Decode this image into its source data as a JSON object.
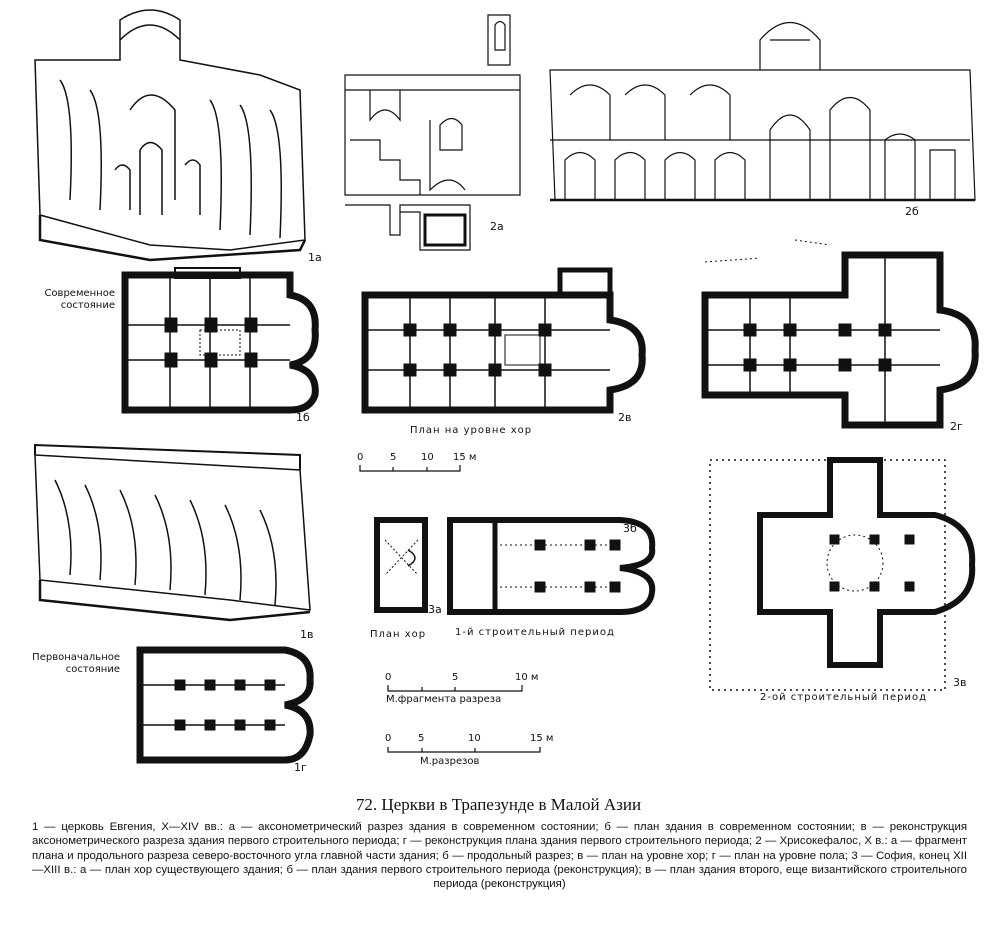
{
  "figure": {
    "number_title": "72. Церкви в Трапезунде в Малой Азии",
    "caption": "1 — церковь Евгения, X—XIV вв.: а — аксонометрический разрез здания в современном состоянии; б — план здания в современном состоянии; в — реконструкция аксонометрического разреза здания первого строительного периода; г — реконструкция плана здания первого строительного периода; 2 — Хрисокефалос, X в.: а — фрагмент плана и продольного разреза северо-восточного угла главной части здания; б — продольный разрез; в — план на уровне хор; г — план на уровне пола; 3 — София, конец XII—XIII в.: а — план хор существующего здания; б — план здания первого строительного периода (реконструкция); в — план здания второго, еще византийского строительного периода (реконструкция)"
  },
  "labels": {
    "l1a": "1а",
    "l1b": "1б",
    "l1v": "1в",
    "l1g": "1г",
    "l2a": "2а",
    "l2b": "2б",
    "l2v": "2в",
    "l2g": "2г",
    "l3a": "3а",
    "l3b": "3б",
    "l3v": "3в",
    "modern_state": "Современное состояние",
    "original_state": "Первоначальное состояние",
    "plan_choir_level": "План на уровне хор",
    "plan_choir": "План хор",
    "first_period": "1-й строительный период",
    "second_period": "2-ой строительный период"
  },
  "scales": {
    "top": {
      "ticks": [
        "0",
        "5",
        "10",
        "15 м"
      ]
    },
    "fragment": {
      "ticks": [
        "0",
        "5",
        "10 м"
      ],
      "caption": "М.фрагмента разреза"
    },
    "sections": {
      "ticks": [
        "0",
        "5",
        "10",
        "15 м"
      ],
      "caption": "М.разрезов"
    }
  }
}
